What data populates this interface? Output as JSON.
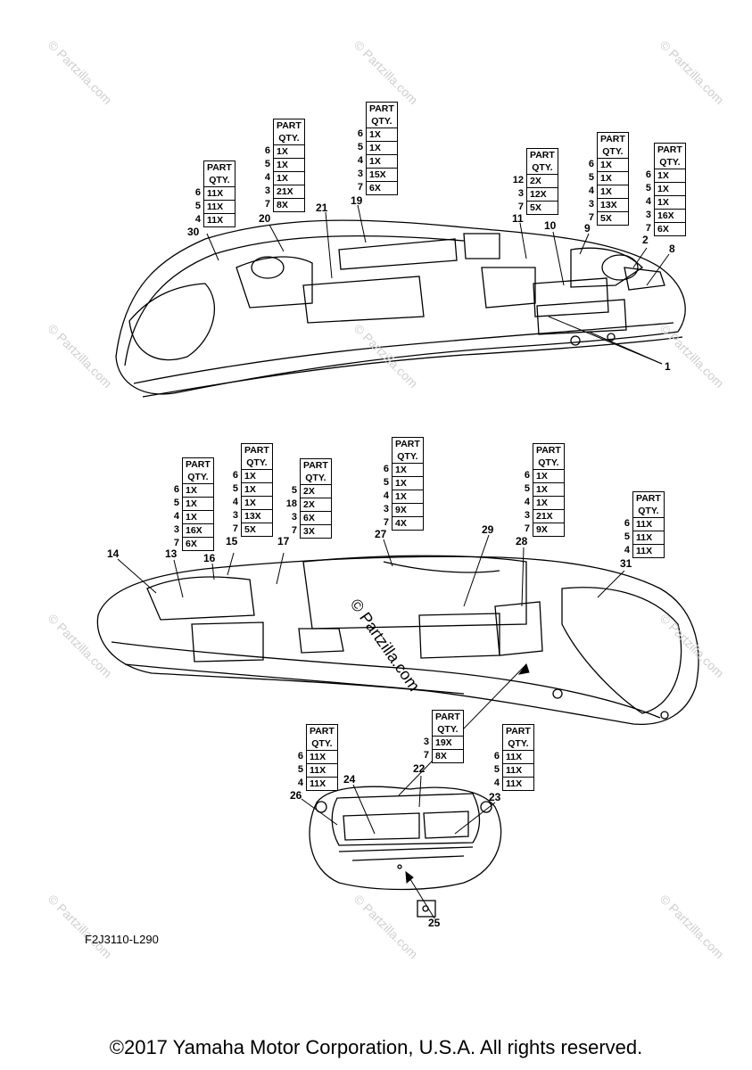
{
  "diagram_code": "F2J3110-L290",
  "footer": "©2017 Yamaha Motor Corporation, U.S.A. All rights reserved.",
  "watermark": "© Partzilla.com",
  "center_watermark": "© Partzilla.com",
  "table_header": [
    "PART",
    "QTY."
  ],
  "qty_tables": [
    {
      "id": "t30",
      "parts": [
        "6",
        "5",
        "4"
      ],
      "qtys": [
        "11X",
        "11X",
        "11X"
      ]
    },
    {
      "id": "t20",
      "parts": [
        "6",
        "5",
        "4",
        "3",
        "7"
      ],
      "qtys": [
        "1X",
        "1X",
        "1X",
        "21X",
        "8X"
      ]
    },
    {
      "id": "t19",
      "parts": [
        "6",
        "5",
        "4",
        "3",
        "7"
      ],
      "qtys": [
        "1X",
        "1X",
        "1X",
        "15X",
        "6X"
      ]
    },
    {
      "id": "t11",
      "parts": [
        "12",
        "3",
        "7"
      ],
      "qtys": [
        "2X",
        "12X",
        "5X"
      ]
    },
    {
      "id": "t9",
      "parts": [
        "6",
        "5",
        "4",
        "3",
        "7"
      ],
      "qtys": [
        "1X",
        "1X",
        "1X",
        "13X",
        "5X"
      ]
    },
    {
      "id": "t2",
      "parts": [
        "6",
        "5",
        "4",
        "3",
        "7"
      ],
      "qtys": [
        "1X",
        "1X",
        "1X",
        "16X",
        "6X"
      ]
    },
    {
      "id": "t13",
      "parts": [
        "6",
        "5",
        "4",
        "3",
        "7"
      ],
      "qtys": [
        "1X",
        "1X",
        "1X",
        "16X",
        "6X"
      ]
    },
    {
      "id": "t15",
      "parts": [
        "6",
        "5",
        "4",
        "3",
        "7"
      ],
      "qtys": [
        "1X",
        "1X",
        "1X",
        "13X",
        "5X"
      ]
    },
    {
      "id": "t17",
      "parts": [
        "5",
        "18",
        "3",
        "7"
      ],
      "qtys": [
        "2X",
        "2X",
        "6X",
        "3X"
      ]
    },
    {
      "id": "t27",
      "parts": [
        "6",
        "5",
        "4",
        "3",
        "7"
      ],
      "qtys": [
        "1X",
        "1X",
        "1X",
        "9X",
        "4X"
      ]
    },
    {
      "id": "t28",
      "parts": [
        "6",
        "5",
        "4",
        "3",
        "7"
      ],
      "qtys": [
        "1X",
        "1X",
        "1X",
        "21X",
        "9X"
      ]
    },
    {
      "id": "t31",
      "parts": [
        "6",
        "5",
        "4"
      ],
      "qtys": [
        "11X",
        "11X",
        "11X"
      ]
    },
    {
      "id": "t26",
      "parts": [
        "6",
        "5",
        "4"
      ],
      "qtys": [
        "11X",
        "11X",
        "11X"
      ]
    },
    {
      "id": "t22",
      "parts": [
        "3",
        "7"
      ],
      "qtys": [
        "19X",
        "8X"
      ]
    },
    {
      "id": "t23",
      "parts": [
        "6",
        "5",
        "4"
      ],
      "qtys": [
        "11X",
        "11X",
        "11X"
      ]
    }
  ],
  "callouts": [
    "30",
    "20",
    "21",
    "19",
    "11",
    "10",
    "9",
    "2",
    "8",
    "1",
    "14",
    "13",
    "16",
    "15",
    "17",
    "27",
    "29",
    "28",
    "31",
    "26",
    "24",
    "22",
    "23",
    "25"
  ]
}
